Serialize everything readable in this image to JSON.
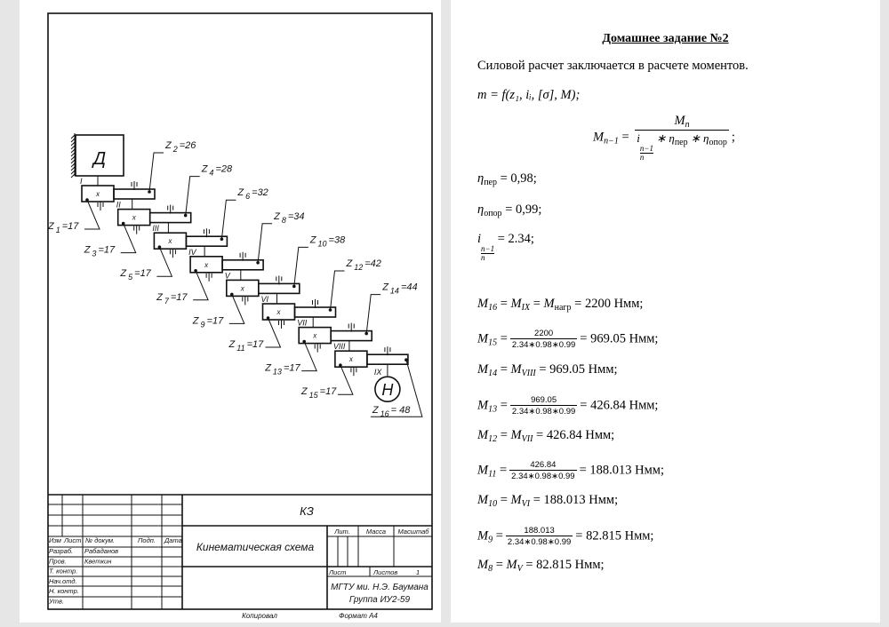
{
  "drawing": {
    "motor_label": "Д",
    "load_label": "Н",
    "box_mark": "x",
    "shafts": [
      "I",
      "II",
      "III",
      "IV",
      "V",
      "VI",
      "VII",
      "VIII",
      "IX"
    ],
    "left_gears": [
      {
        "sub": "1",
        "value": "=17"
      },
      {
        "sub": "3",
        "value": "=17"
      },
      {
        "sub": "5",
        "value": "=17"
      },
      {
        "sub": "7",
        "value": "=17"
      },
      {
        "sub": "9",
        "value": "=17"
      },
      {
        "sub": "11",
        "value": "=17"
      },
      {
        "sub": "13",
        "value": "=17"
      },
      {
        "sub": "15",
        "value": "=17"
      }
    ],
    "right_gears": [
      {
        "sub": "2",
        "value": "=26"
      },
      {
        "sub": "4",
        "value": "=28"
      },
      {
        "sub": "6",
        "value": "=32"
      },
      {
        "sub": "8",
        "value": "=34"
      },
      {
        "sub": "10",
        "value": "=38"
      },
      {
        "sub": "12",
        "value": "=42"
      },
      {
        "sub": "14",
        "value": "=44"
      },
      {
        "sub": "16",
        "value": "= 48"
      }
    ],
    "gear_letter": "Z"
  },
  "title_block": {
    "doc_code": "КЗ",
    "doc_title": "Кинематическая схема",
    "headers": [
      "Изм",
      "Лист",
      "№ докум.",
      "Подп.",
      "Дата"
    ],
    "roles": [
      "Разраб.",
      "Пров.",
      "Т. контр.",
      "Нач.отд.",
      "Н. контр.",
      "Утв."
    ],
    "names": [
      "Рабаданов",
      "Кветкин"
    ],
    "lit": "Лит.",
    "mass": "Масса",
    "scale": "Масштаб",
    "sheet": "Лист",
    "sheets": "Листов",
    "sheets_count": "1",
    "org": "МГТУ ми. Н.Э. Баумана",
    "group": "Группа ИУ2-59",
    "copied": "Копировал",
    "format": "Формат А4"
  },
  "right_page": {
    "title": "Домашнее задание №2",
    "intro": "Силовой расчет заключается в расчете моментов.",
    "m_formula": "m = f(z₁, iᵢ, [σ], M);",
    "general": {
      "lhs": "M",
      "lhs_sub": "n−1",
      "num": "M",
      "num_sub": "n",
      "den_i": "i",
      "den_i_top": "n−1",
      "den_i_bot": "n",
      "den_rest": " ∗ η",
      "den_sub1": "пер",
      "den_mid": " ∗ η",
      "den_sub2": "опор",
      "tail": ";"
    },
    "eta_per": {
      "sub": "пер",
      "value": " = 0,98;"
    },
    "eta_opor": {
      "sub": "опор",
      "value": " = 0,99;"
    },
    "ratio": {
      "top": "n−1",
      "bot": "n",
      "value": " = 2.34;"
    },
    "equations": [
      {
        "type": "chain",
        "terms": [
          [
            "M",
            "16"
          ],
          [
            "M",
            "IX"
          ],
          [
            "M",
            "нагр"
          ]
        ],
        "result": "2200 Нмм;"
      },
      {
        "type": "frac",
        "lhs": [
          "M",
          "15"
        ],
        "num": "2200",
        "den": "2.34∗0.98∗0.99",
        "result": "969.05 Нмм;"
      },
      {
        "type": "chain",
        "terms": [
          [
            "M",
            "14"
          ],
          [
            "M",
            "VIII"
          ]
        ],
        "result": "969.05 Нмм;"
      },
      {
        "type": "frac",
        "lhs": [
          "M",
          "13"
        ],
        "num": "969.05",
        "den": "2.34∗0.98∗0.99",
        "result": "426.84 Нмм;"
      },
      {
        "type": "chain",
        "terms": [
          [
            "M",
            "12"
          ],
          [
            "M",
            "VII"
          ]
        ],
        "result": "426.84 Нмм;"
      },
      {
        "type": "frac",
        "lhs": [
          "M",
          "11"
        ],
        "num": "426.84",
        "den": "2.34∗0.98∗0.99",
        "result": "188.013 Нмм;"
      },
      {
        "type": "chain",
        "terms": [
          [
            "M",
            "10"
          ],
          [
            "M",
            "VI"
          ]
        ],
        "result": "188.013 Нмм;"
      },
      {
        "type": "frac",
        "lhs": [
          "M",
          "9"
        ],
        "num": "188.013",
        "den": "2.34∗0.98∗0.99",
        "result": "82.815 Нмм;"
      },
      {
        "type": "chain",
        "terms": [
          [
            "M",
            "8"
          ],
          [
            "M",
            "V"
          ]
        ],
        "result": "82.815 Нмм;"
      }
    ]
  }
}
